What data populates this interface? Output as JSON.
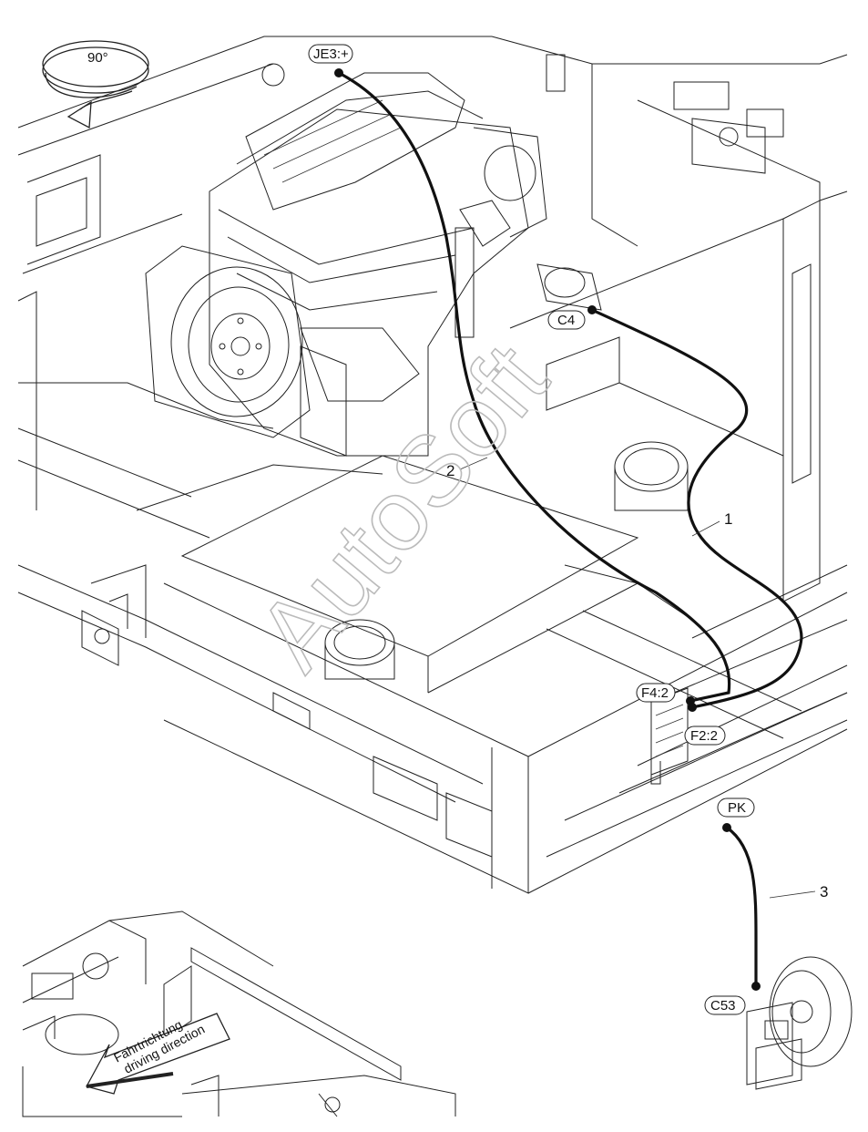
{
  "rotation_hint": {
    "label": "90°"
  },
  "connectors": [
    {
      "id": "je3",
      "label": "JE3:+"
    },
    {
      "id": "c4",
      "label": "C4"
    },
    {
      "id": "f4",
      "label": "F4:2"
    },
    {
      "id": "f2",
      "label": "F2:2"
    },
    {
      "id": "pk",
      "label": "PK"
    },
    {
      "id": "c53",
      "label": "C53"
    }
  ],
  "cables": [
    {
      "number": "1",
      "from": "C4",
      "to": "F2:2"
    },
    {
      "number": "2",
      "from": "JE3:+",
      "to": "F4:2"
    },
    {
      "number": "3",
      "from": "PK",
      "to": "C53"
    }
  ],
  "direction_arrow": {
    "line1": "Fahrtrichtung",
    "line2": "driving direction"
  },
  "watermark": "AutoSoft"
}
